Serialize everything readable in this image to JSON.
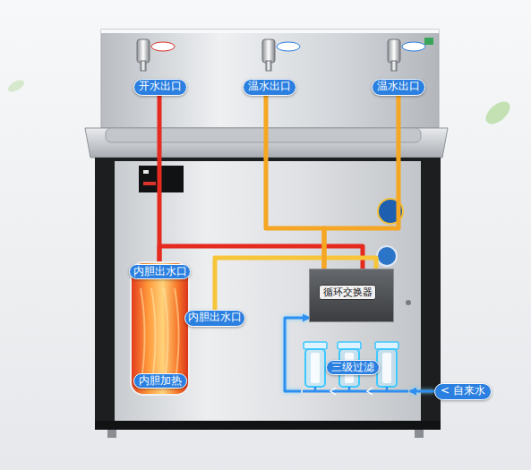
{
  "diagram": {
    "nodes": [
      {
        "text": [
          "开水出口"
        ]
      },
      {
        "text": [
          "温水出口"
        ]
      },
      {
        "text": [
          "温水出口"
        ]
      },
      {
        "text": [
          "内胆出水口",
          "内胆加热"
        ]
      },
      {
        "text": [
          "内胆出水口"
        ]
      },
      {
        "text": [
          "循环交换器"
        ]
      },
      {
        "text": [
          "三级过滤"
        ]
      },
      {
        "text": [
          "< 自来水"
        ]
      }
    ],
    "edges": [
      {
        "from": 3,
        "to": 0,
        "arrow": "none"
      },
      {
        "from": 3,
        "to": 5,
        "arrow": "none"
      },
      {
        "from": 4,
        "to": 5,
        "arrow": "none"
      },
      {
        "from": 5,
        "to": 1,
        "arrow": "none"
      },
      {
        "from": 5,
        "to": 2,
        "arrow": "none"
      },
      {
        "from": 7,
        "to": 6,
        "arrow": "to"
      },
      {
        "from": 6,
        "to": 5,
        "arrow": "to"
      }
    ]
  }
}
